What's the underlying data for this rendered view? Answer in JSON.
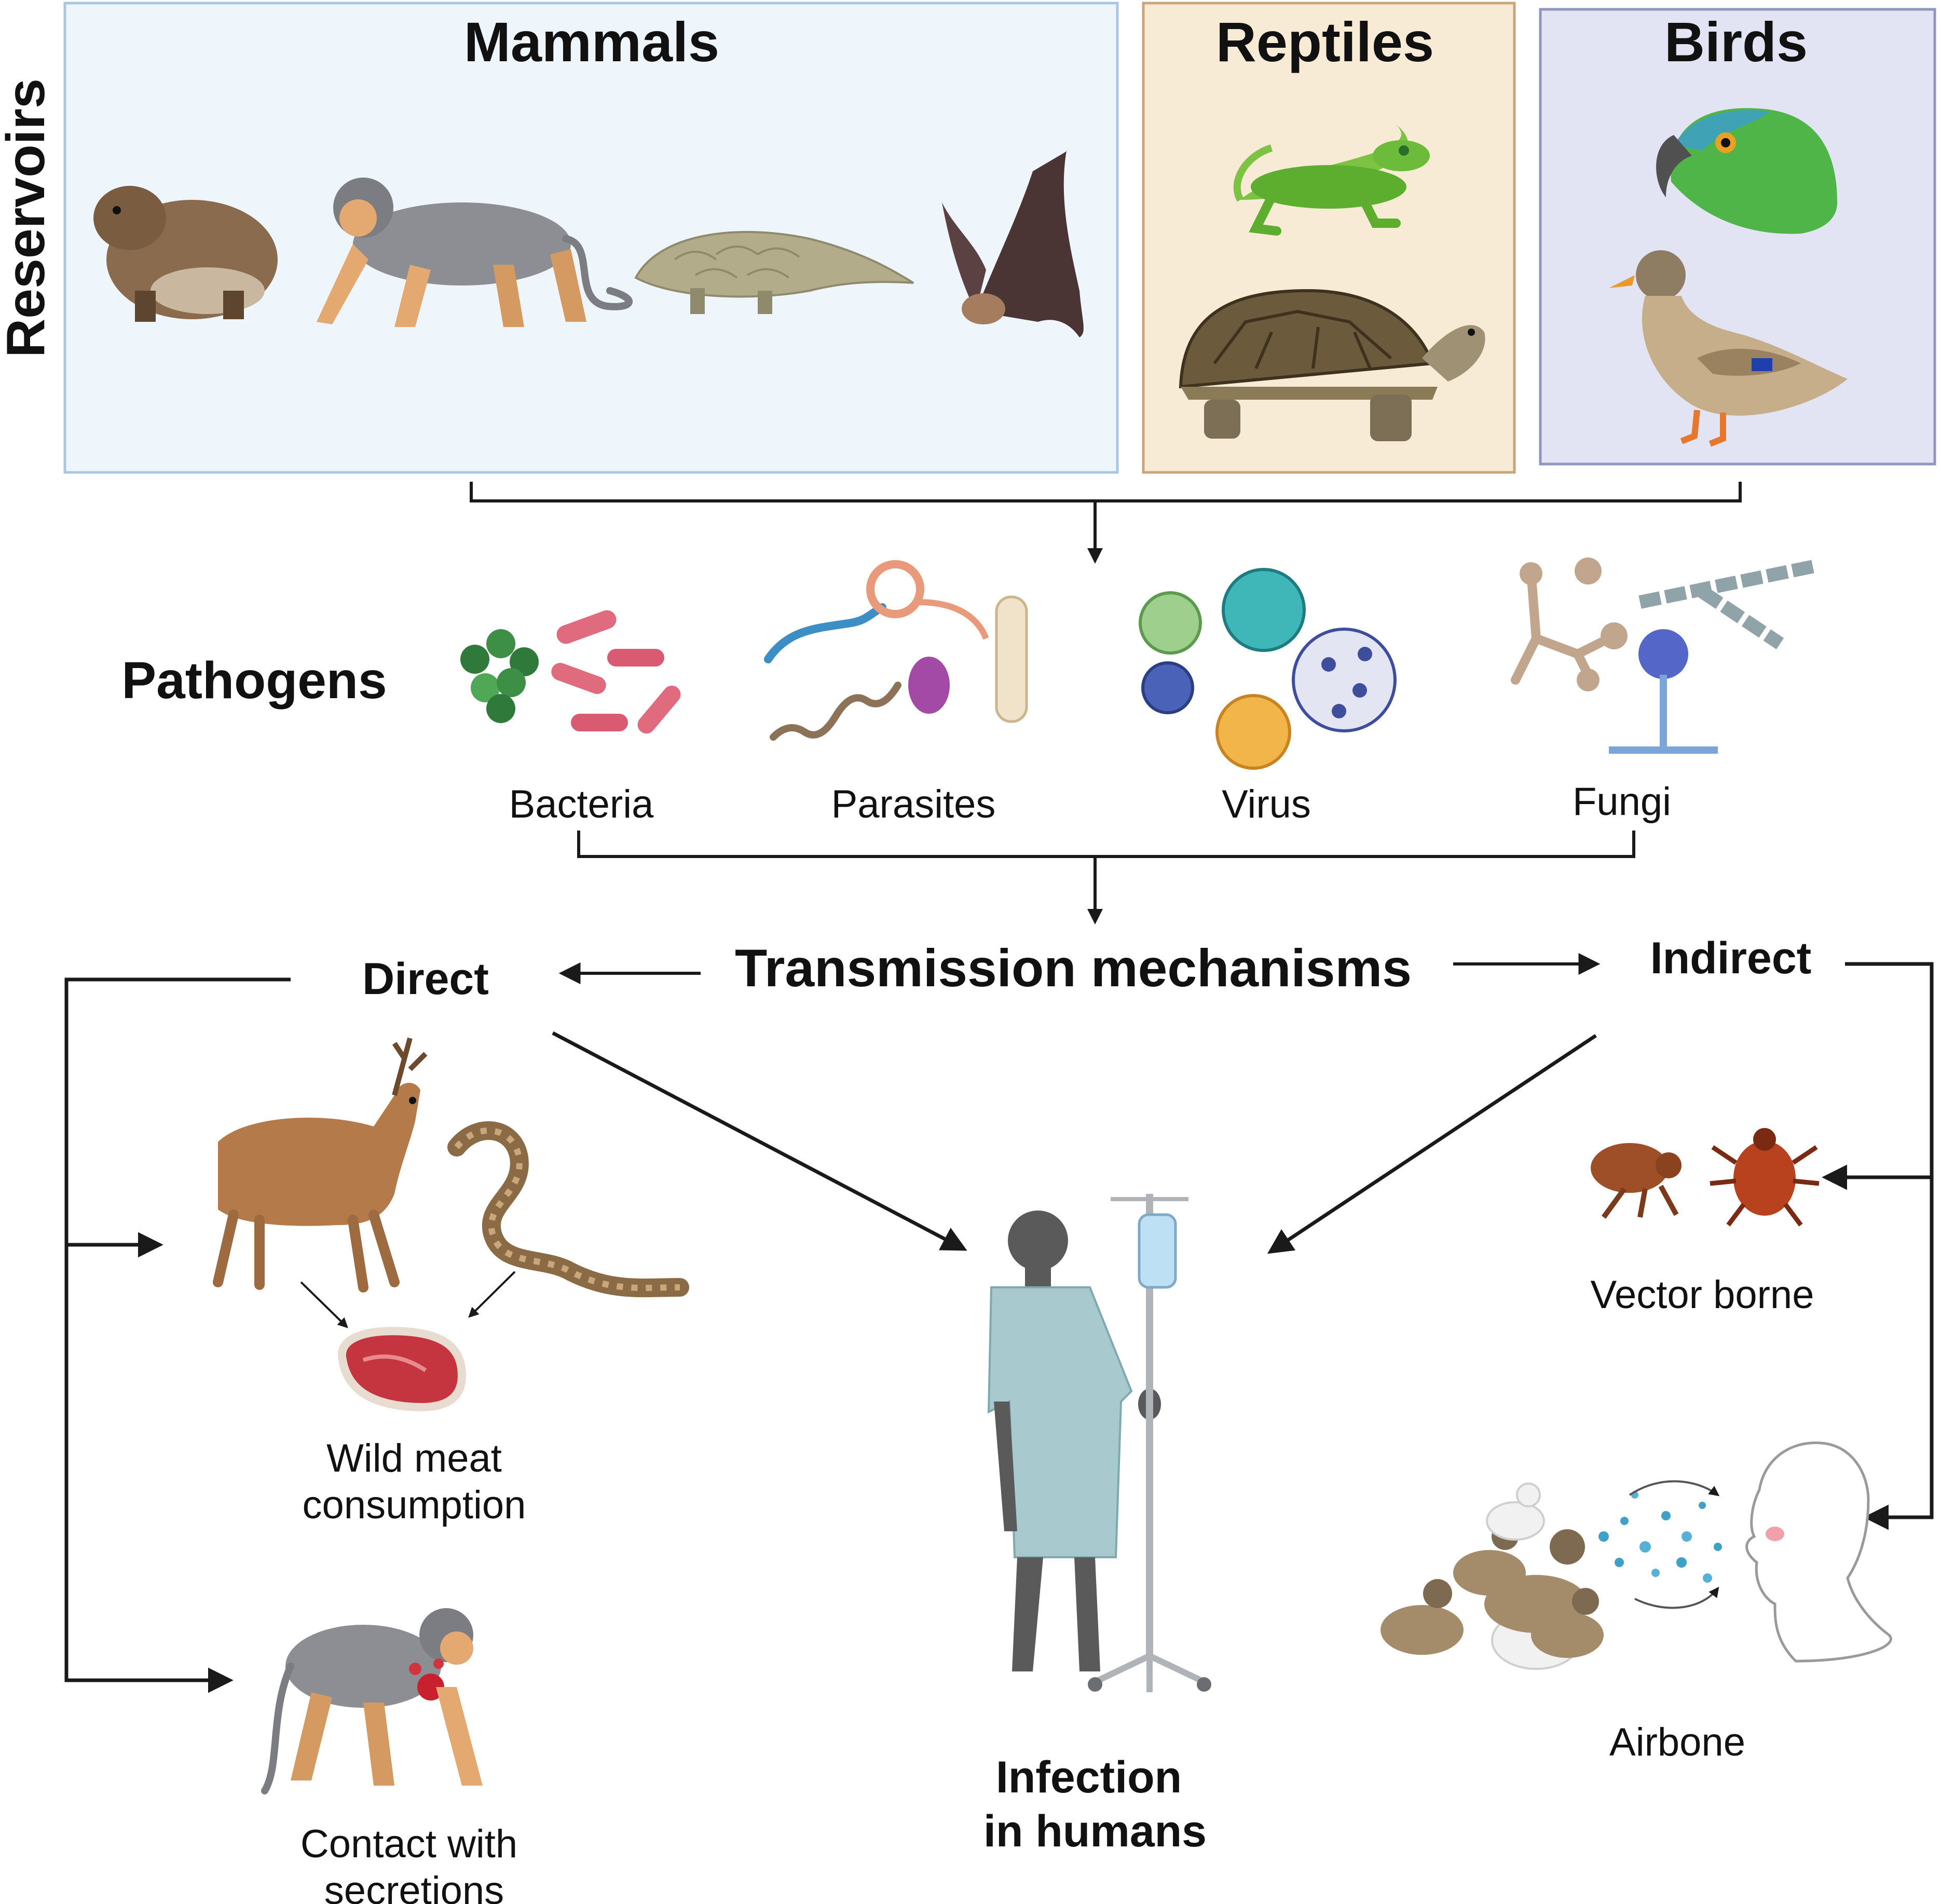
{
  "reservoirs": {
    "label": "Reservoirs",
    "mammals": {
      "title": "Mammals",
      "color": "#EEF6FC",
      "border": "#A9C7E2"
    },
    "reptiles": {
      "title": "Reptiles",
      "color": "#F8EBD6",
      "border": "#C9A57C"
    },
    "birds": {
      "title": "Birds",
      "color": "#E2E4F4",
      "border": "#8F95C0"
    }
  },
  "pathogens": {
    "label": "Pathogens",
    "bacteria": "Bacteria",
    "parasites": "Parasites",
    "virus": "Virus",
    "fungi": "Fungi"
  },
  "transmission": {
    "title": "Transmission mechanisms",
    "direct": "Direct",
    "indirect": "Indirect",
    "wild_meat_line1": "Wild meat",
    "wild_meat_line2": "consumption",
    "contact_line1": "Contact with",
    "contact_line2": "secretions",
    "vector_borne": "Vector borne",
    "airborne": "Airbone"
  },
  "outcome": {
    "line1": "Infection",
    "line2": "in humans",
    "color": "#9B2323"
  }
}
